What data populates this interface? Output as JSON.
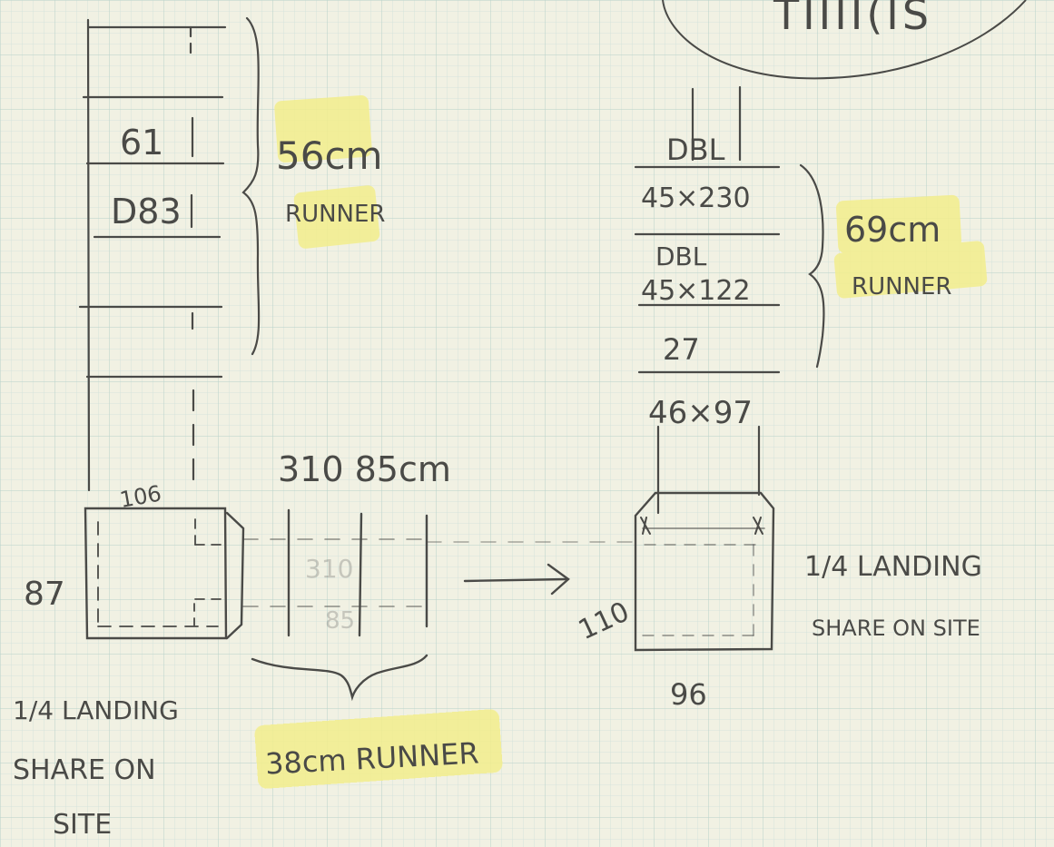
{
  "sheet": {
    "paper_color": "#f1f1e3",
    "grid_minor_color": "#cfe0da",
    "grid_major_color": "#b8d1c9",
    "pencil_color": "#4a4a47",
    "highlighter_color": "#f3ee8c"
  },
  "corner_note": "TIIII(IS",
  "left_stair": {
    "step_top": "61",
    "step_bottom": "D83",
    "runner_size": "56cm",
    "runner_word": "RUNNER"
  },
  "right_stair": {
    "row1": "DBL",
    "row2": "45×230",
    "row3": "DBL",
    "row4": "45×122",
    "row5": "27",
    "row6": "46×97",
    "runner_size": "69cm",
    "runner_word": "RUNNER"
  },
  "left_landing": {
    "top_dim": "106",
    "side_dim": "87",
    "note_line1": "1/4 LANDING",
    "note_line2": "SHARE ON",
    "note_line3": "SITE"
  },
  "middle_section": {
    "dimension": "310 85cm",
    "faint_310": "310",
    "faint_85": "85",
    "runner_label": "38cm RUNNER"
  },
  "right_landing": {
    "side_dim": "110",
    "bottom_dim": "96",
    "note_line1": "1/4 LANDING",
    "note_line2": "SHARE ON SITE"
  }
}
